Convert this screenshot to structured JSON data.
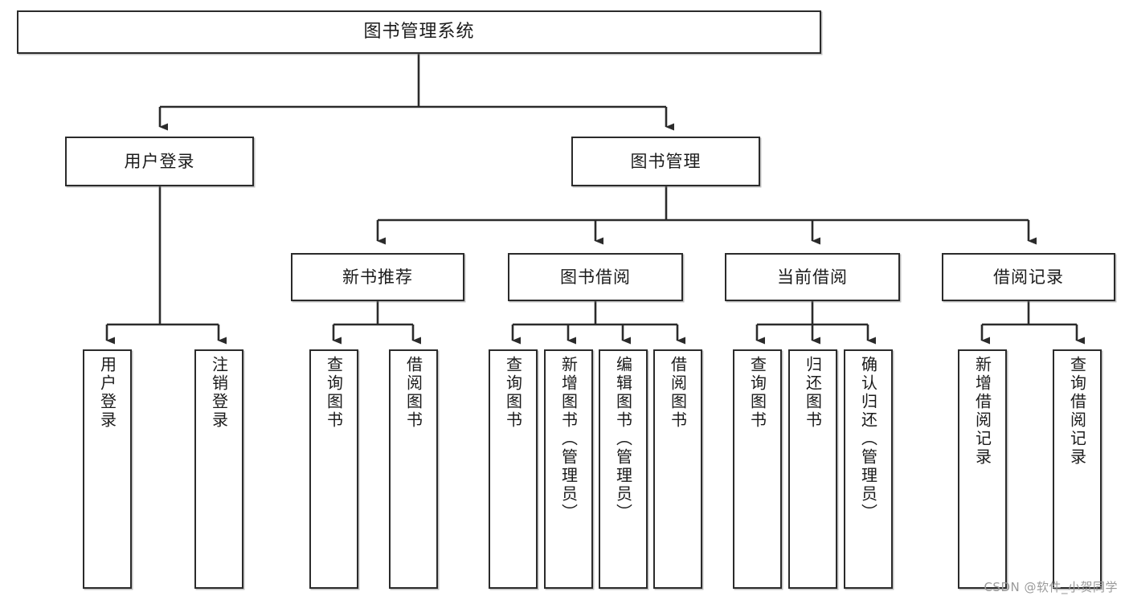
{
  "diagram": {
    "title": "图书管理系统",
    "type": "功能结构图",
    "watermark": "CSDN @软件_小贺同学",
    "colors": {
      "box_border": "#2b2b2b",
      "box_fill": "#ffffff",
      "connector": "#2b2b2b",
      "background": "#ffffff",
      "watermark": "#9a9a9a"
    }
  },
  "nodes": {
    "root": {
      "label": "图书管理系统"
    },
    "level2": [
      {
        "label": "用户登录"
      },
      {
        "label": "图书管理"
      }
    ],
    "level3": [
      {
        "label": "新书推荐"
      },
      {
        "label": "图书借阅"
      },
      {
        "label": "当前借阅"
      },
      {
        "label": "借阅记录"
      }
    ],
    "leaves": {
      "user_login": [
        {
          "label": "用户登录"
        },
        {
          "label": "注销登录"
        }
      ],
      "new_book_recommend": [
        {
          "label": "查询图书"
        },
        {
          "label": "借阅图书"
        }
      ],
      "book_borrow": [
        {
          "label": "查询图书"
        },
        {
          "label": "新增图书（管理员）"
        },
        {
          "label": "编辑图书（管理员）"
        },
        {
          "label": "借阅图书"
        }
      ],
      "current_borrow": [
        {
          "label": "查询图书"
        },
        {
          "label": "归还图书"
        },
        {
          "label": "确认归还（管理员）"
        }
      ],
      "borrow_record": [
        {
          "label": "新增借阅记录"
        },
        {
          "label": "查询借阅记录"
        }
      ]
    }
  }
}
